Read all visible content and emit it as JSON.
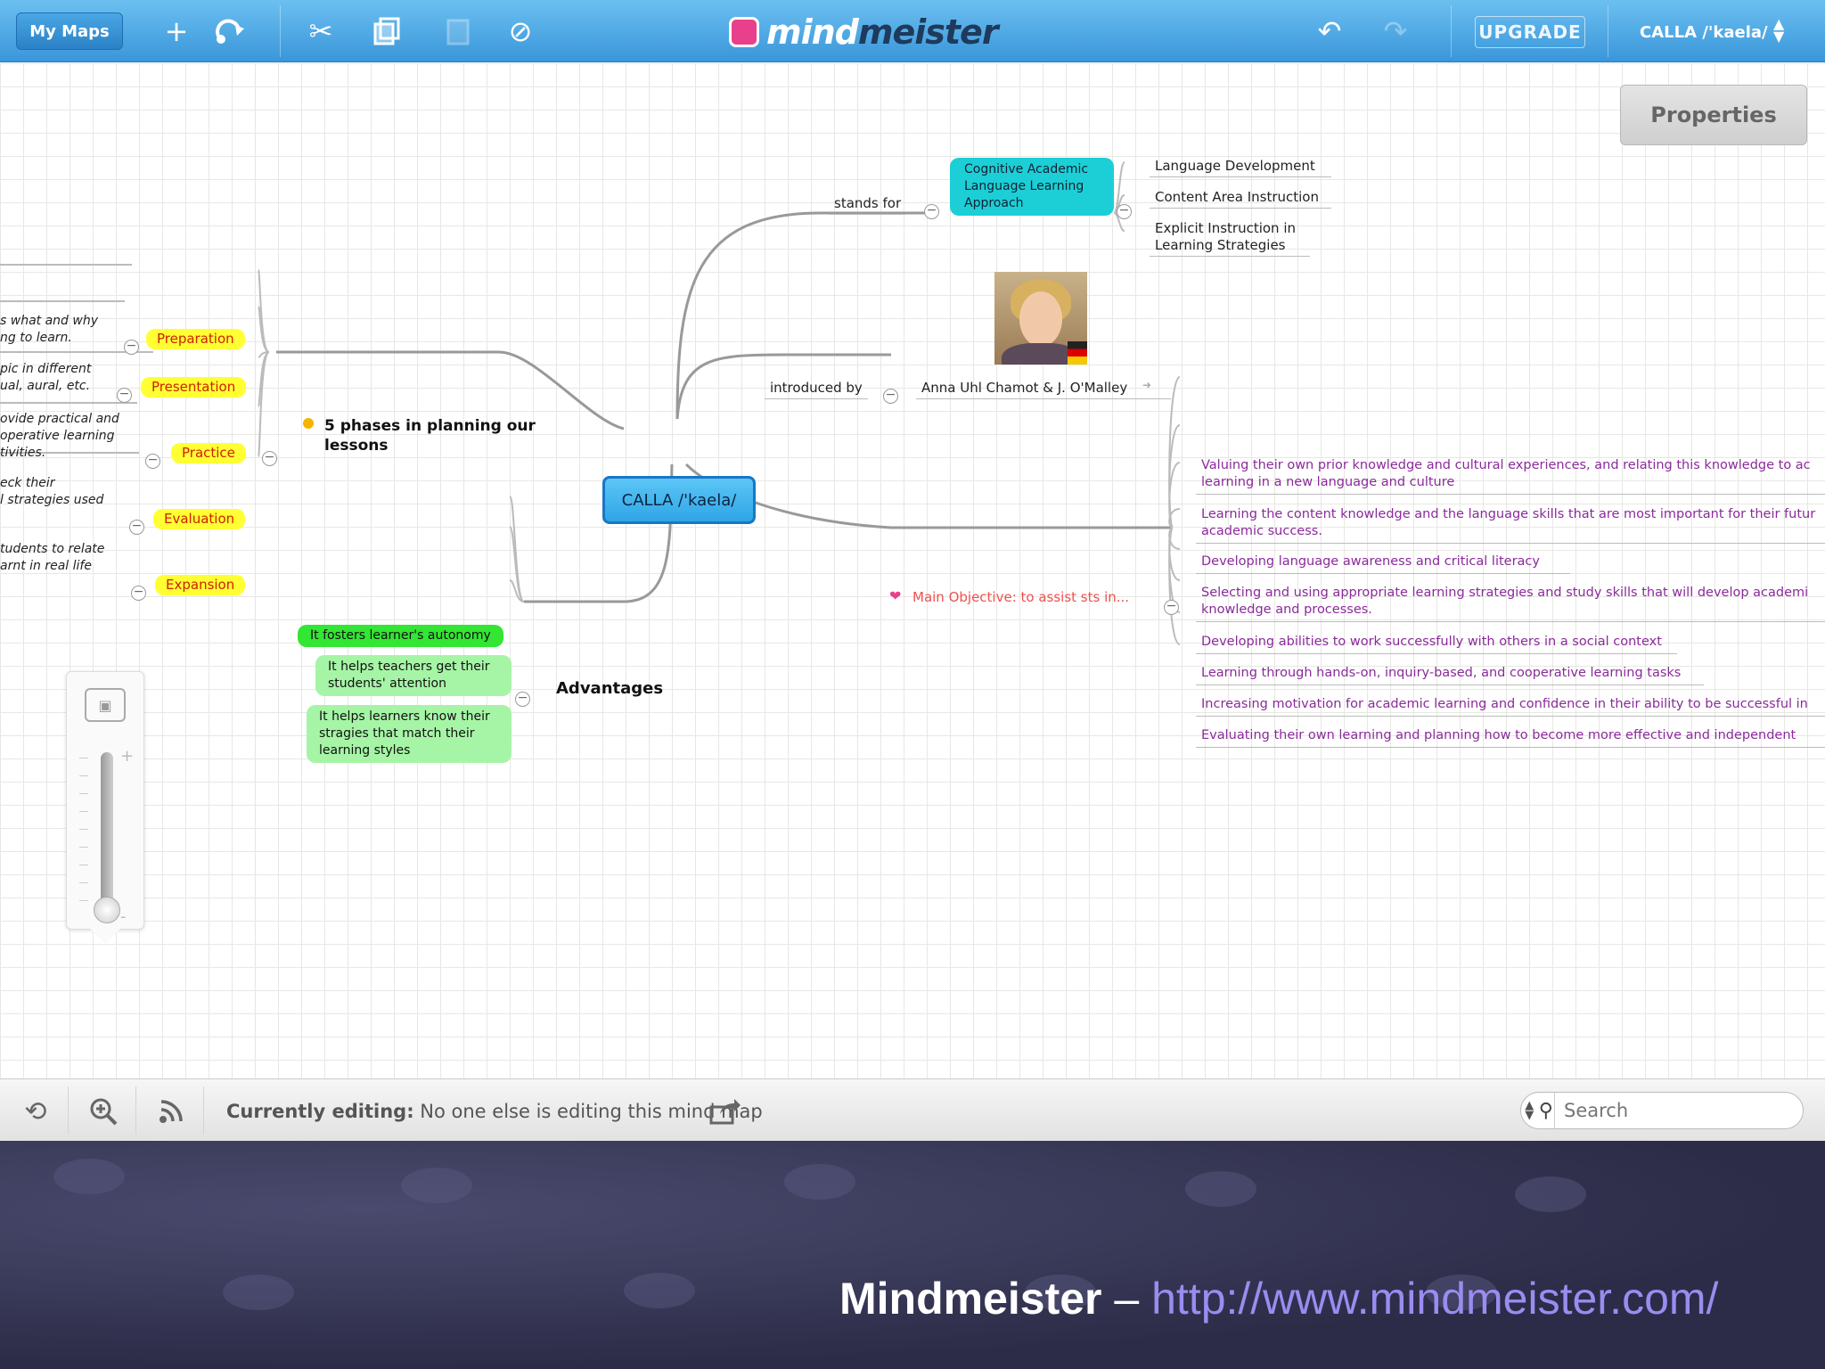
{
  "toolbar": {
    "my_maps_label": "My Maps",
    "upgrade_label": "UPGRADE",
    "map_title": "CALLA /'kaela/",
    "logo_part1": "mind",
    "logo_part2": "meister"
  },
  "properties_label": "Properties",
  "root": "CALLA /'kaela/",
  "branches": {
    "stands_for": {
      "label": "stands for",
      "node": "Cognitive Academic Language Learning Approach",
      "children": [
        "Language Development",
        "Content Area Instruction",
        "Explicit Instruction in Learning Strategies"
      ]
    },
    "introduced_by": {
      "label": "introduced by",
      "node": "Anna Uhl Chamot & J. O'Malley"
    },
    "phases": {
      "label": "5 phases in planning our lessons",
      "items": [
        {
          "name": "Preparation",
          "note": "s what and why\nng to learn."
        },
        {
          "name": "Presentation",
          "note": "pic in different\nual, aural, etc."
        },
        {
          "name": "Practice",
          "note": "ovide practical and\noperative learning\ntivities."
        },
        {
          "name": "Evaluation",
          "note": "eck their\nl strategies used"
        },
        {
          "name": "Expansion",
          "note": "tudents to relate\narnt in real life"
        }
      ]
    },
    "objective": {
      "label": "Main Objective: to assist sts in...",
      "items": [
        "Valuing their own prior knowledge and cultural experiences, and relating this knowledge to ac learning in a new language and culture",
        "Learning the content knowledge and the language skills that are most important for their futur academic success.",
        "Developing language awareness and critical literacy",
        "Selecting and using appropriate learning strategies and study skills that will develop academi knowledge and processes.",
        "Developing abilities to work successfully with others in a social context",
        "Learning through hands-on, inquiry-based, and cooperative learning tasks",
        "Increasing motivation for academic learning and confidence in their ability to be successful in",
        "Evaluating their own learning and planning how to become more effective and independent"
      ]
    },
    "advantages": {
      "label": "Advantages",
      "items": [
        "It fosters learner's autonomy",
        "It helps teachers get their students' attention",
        "It helps learners know their stragies that match their learning styles"
      ]
    }
  },
  "statusbar": {
    "editing_label": "Currently editing:",
    "editing_value": "No one else is editing this mind map",
    "search_placeholder": "Search"
  },
  "zoom": {
    "plus": "+",
    "minus": "-",
    "level": 0.25
  },
  "caption": {
    "brand": "Mindmeister",
    "dash": " – ",
    "url": "http://www.mindmeister.com/"
  }
}
